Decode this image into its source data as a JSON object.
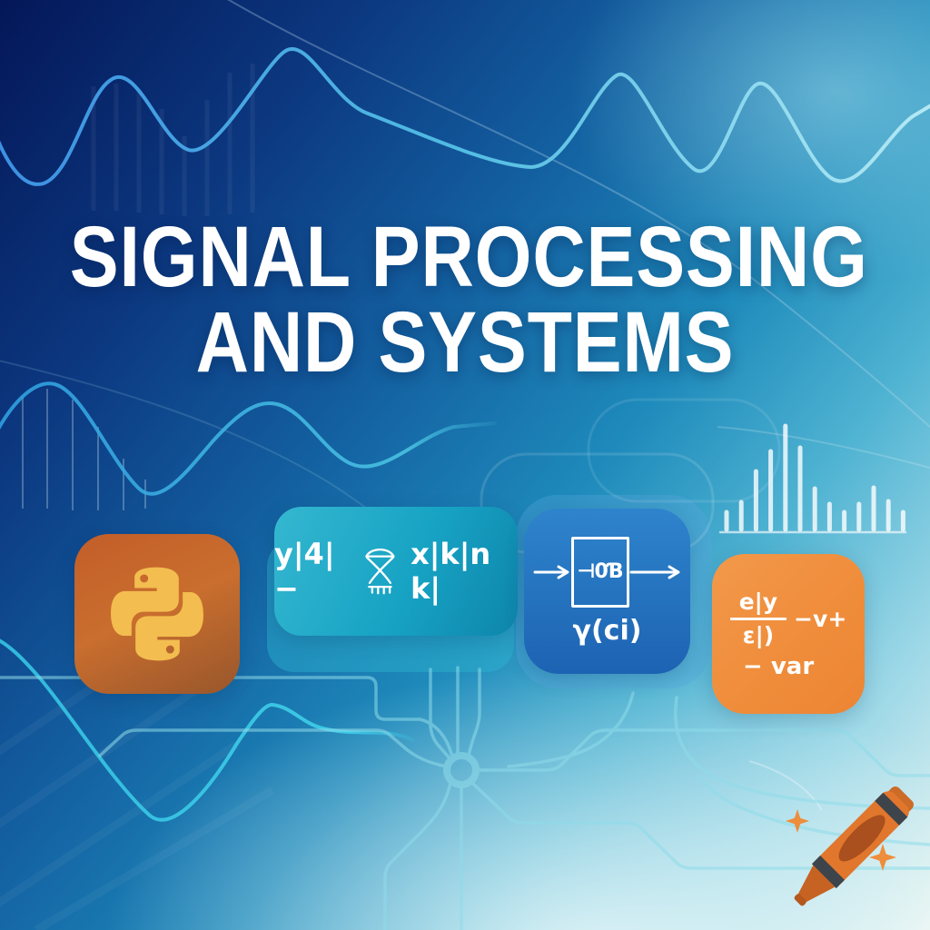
{
  "title": {
    "line1": "SIGNAL PROCESSING",
    "line2": "AND SYSTEMS"
  },
  "cards": {
    "python": {
      "icon": "python-logo"
    },
    "convolution": {
      "prefix": "y|4|−",
      "suffix": "x|k|n k|",
      "operator_icon": "summation-hourglass"
    },
    "system": {
      "box_label": "⊣0Ɓ",
      "output_label": "γ(ci)",
      "icon": "block-diagram"
    },
    "equation": {
      "numerator": "e|y",
      "denominator": "ε|)",
      "suffix": "−v+",
      "footer": "− var"
    }
  },
  "decor": {
    "stem_heights": [
      19,
      30,
      64,
      86,
      114,
      90,
      45,
      28,
      19,
      28,
      46,
      31,
      19
    ],
    "crayon_icon": "orange-crayon",
    "sparkle_icon": "four-point-sparkle",
    "wave_icon": "sine-wave",
    "circuit_icon": "circuit-traces"
  },
  "colors": {
    "bg_top_left": "#051a5e",
    "bg_center": "#1e8abb",
    "bg_bottom_right": "#e9f5f1",
    "wave_blue": "#4fb2e2",
    "title_text": "#ffffff",
    "python_card": "#c4622a",
    "python_logo_yellow": "#f3bd4f",
    "convolution_card_teal": "#17a3c4",
    "system_card_blue": "#2474c4",
    "equation_card_orange": "#f08d3c",
    "crayon_orange": "#e1762d",
    "sparkle_orange": "#ee8d3c",
    "circuit_line": "#8fdcea"
  }
}
